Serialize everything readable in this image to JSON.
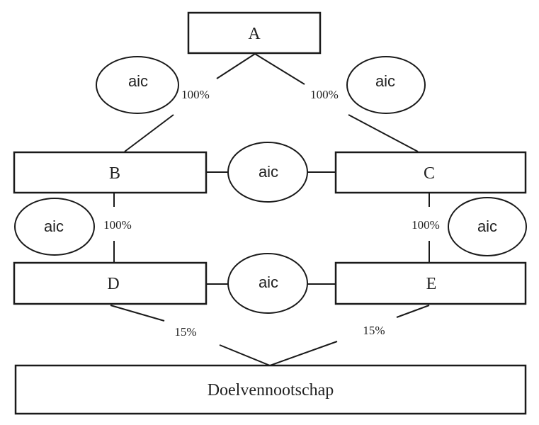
{
  "boxes": {
    "a": "A",
    "b": "B",
    "c": "C",
    "d": "D",
    "e": "E",
    "target": "Doelvennootschap"
  },
  "aic_label": "aic",
  "ownership": {
    "a_to_b": "100%",
    "a_to_c": "100%",
    "b_to_d": "100%",
    "c_to_e": "100%",
    "d_to_target": "15%",
    "e_to_target": "15%"
  },
  "colors": {
    "stroke": "#1a1a1a",
    "text": "#222222",
    "background": "#ffffff"
  }
}
